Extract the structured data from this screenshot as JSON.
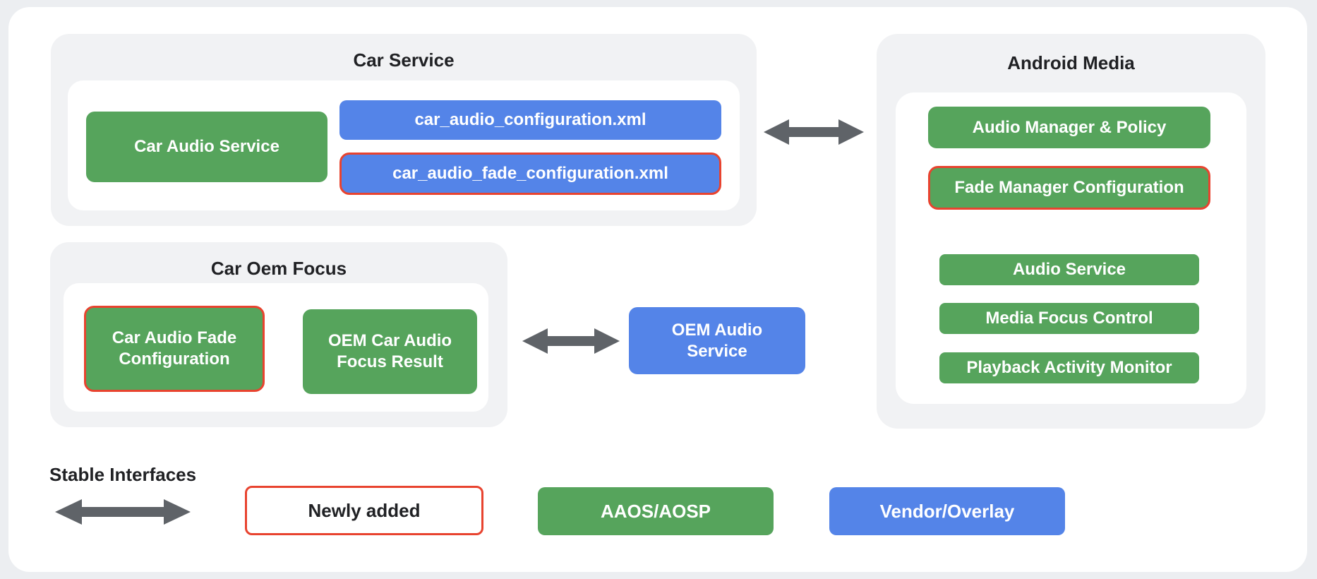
{
  "palette": {
    "green": "#56A45C",
    "blue": "#5484E8",
    "red": "#E8432F",
    "arrow_gray": "#5F6368",
    "container_gray": "#F1F2F4",
    "text_dark": "#202124"
  },
  "groups": {
    "car_service": {
      "title": "Car Service",
      "items": {
        "car_audio_service": "Car Audio Service",
        "config_xml": "car_audio_configuration.xml",
        "fade_config_xml": "car_audio_fade_configuration.xml"
      }
    },
    "car_oem_focus": {
      "title": "Car Oem Focus",
      "items": {
        "car_audio_fade_configuration": "Car Audio Fade Configuration",
        "oem_car_audio_focus_result": "OEM Car Audio Focus Result"
      }
    },
    "android_media": {
      "title": "Android Media",
      "items": {
        "audio_manager_policy": "Audio Manager & Policy",
        "fade_manager_configuration": "Fade Manager Configuration",
        "audio_service": "Audio Service",
        "media_focus_control": "Media Focus Control",
        "playback_activity_monitor": "Playback Activity Monitor"
      }
    },
    "oem_audio_service": "OEM Audio Service"
  },
  "legend": {
    "stable_interfaces": "Stable Interfaces",
    "newly_added": "Newly added",
    "aaos_aosp": "AAOS/AOSP",
    "vendor_overlay": "Vendor/Overlay"
  }
}
